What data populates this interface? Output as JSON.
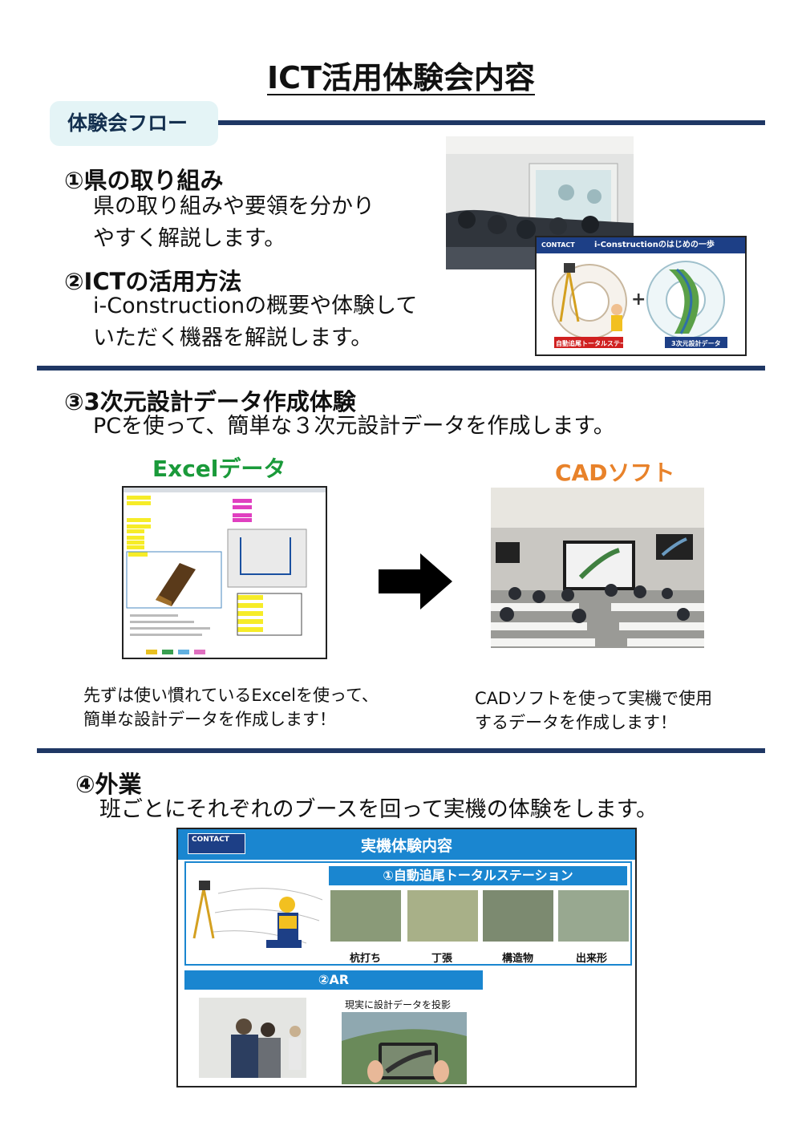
{
  "title": "ICT活用体験会内容",
  "badge": "体験会フロー",
  "s1": {
    "heading": "①県の取り組み",
    "line1": "県の取り組みや要領を分かり",
    "line2": "やすく解説します。"
  },
  "s2": {
    "heading": "②ICTの活用方法",
    "line1": "i-Constructionの概要や体験して",
    "line2": "いただく機器を解説します。"
  },
  "slide1": {
    "logo": "CONTACT",
    "title": "i-Constructionのはじめの一歩",
    "label_left": "自動追尾トータルステーション",
    "label_right": "3次元設計データ"
  },
  "s3": {
    "heading": "③3次元設計データ作成体験",
    "line1": "PCを使って、簡単な３次元設計データを作成します。",
    "excel_label": "Excelデータ",
    "cad_label": "CADソフト",
    "cap_left_1": "先ずは使い慣れているExcelを使って、",
    "cap_left_2": "簡単な設計データを作成します！",
    "cap_right_1": "CADソフトを使って実機で使用",
    "cap_right_2": "するデータを作成します！"
  },
  "s4": {
    "heading": "④外業",
    "line1": "班ごとにそれぞれのブースを回って実機の体験をします。"
  },
  "slide2": {
    "logo": "CONTACT",
    "title": "実機体験内容",
    "band1": "①自動追尾トータルステーション",
    "captions": [
      "杭打ち",
      "丁張",
      "構造物",
      "出来形"
    ],
    "band2": "②AR",
    "ar_caption": "現実に設計データを投影"
  },
  "colors": {
    "rule": "#1f3764",
    "excel": "#1a9a3a",
    "cad": "#e8822a",
    "slide_blue": "#1a86d0"
  }
}
